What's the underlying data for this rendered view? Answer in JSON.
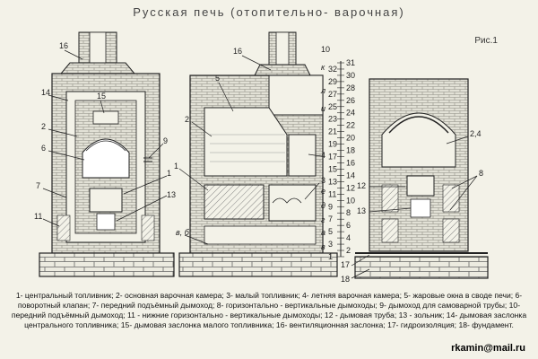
{
  "title": "Русская печь (отопительно- варочная)",
  "figure_label": "Рис.1",
  "callouts_left": [
    "16",
    "14",
    "15",
    "2",
    "6",
    "9",
    "7",
    "1",
    "13",
    "11"
  ],
  "callouts_middle": [
    "16",
    "10",
    "к",
    "5",
    "л",
    "и",
    "2",
    "4",
    "1",
    "3",
    "е",
    "д",
    "г",
    "в, б",
    "а",
    "в"
  ],
  "scale_numbers": [
    "31",
    "32",
    "30",
    "29",
    "28",
    "27",
    "26",
    "25",
    "24",
    "23",
    "22",
    "21",
    "20",
    "19",
    "18",
    "17",
    "16",
    "15",
    "14",
    "13",
    "12",
    "11",
    "10",
    "9",
    "8",
    "7",
    "6",
    "5",
    "4",
    "3",
    "2",
    "1"
  ],
  "callouts_right": [
    "2,4",
    "8",
    "12",
    "13",
    "17",
    "18"
  ],
  "caption": "1- центральный топливник; 2- основная варочная камера; 3- малый топливник; 4- летняя варочная камера; 5- жаровые окна в своде печи; 6- поворотный клапан; 7- передний подъёмный дымоход; 8- горизонтально - вертикальные дымоходы; 9- дымоход для самоварной трубы; 10- передний подъёмный дымоход; 11 - нижние горизонтально - вертикальные дымоходы; 12 - дымовая труба; 13 - зольник; 14- дымовая заслонка центрального топливника; 15- дымовая заслонка малого топливника; 16- вентиляционная заслонка; 17- гидроизоляция; 18- фундамент.",
  "email": "rkamin@mail.ru",
  "colors": {
    "paper": "#f3f2e8",
    "ink": "#222222",
    "hatch": "#8a8a80"
  }
}
